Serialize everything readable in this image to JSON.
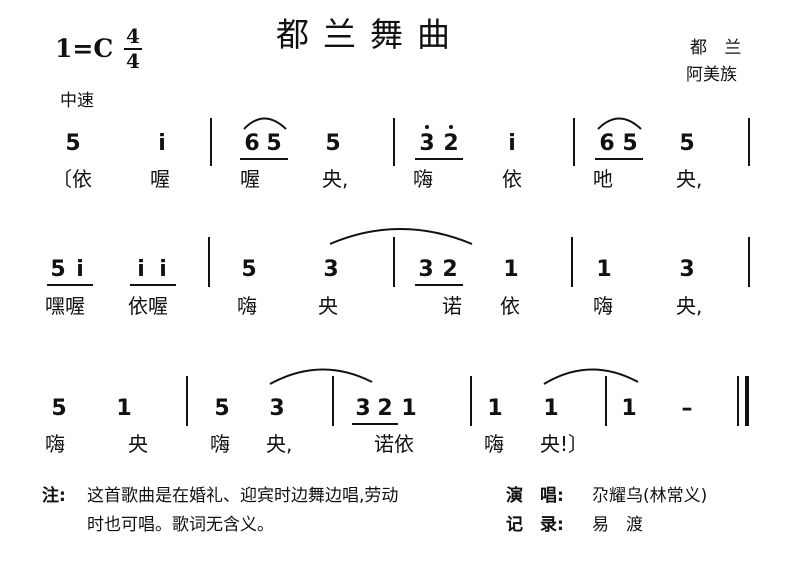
{
  "title": "都兰舞曲",
  "key": "1=C",
  "meter": {
    "top": "4",
    "bottom": "4"
  },
  "tempo": "中速",
  "credits": {
    "line1": "都 兰",
    "line2": "阿美族"
  },
  "rows": [
    {
      "notes": [
        "5",
        "i",
        "6",
        "5",
        "5",
        "3",
        "2",
        "i",
        "6",
        "5",
        "5"
      ],
      "lyrics": [
        "〔依",
        "喔",
        "喔",
        "央,",
        "嗨",
        "依",
        "吔",
        "央,"
      ]
    },
    {
      "notes": [
        "5",
        "i",
        "i",
        "i",
        "5",
        "3",
        "3",
        "2",
        "1",
        "1",
        "3"
      ],
      "lyrics": [
        "嘿喔",
        "依喔",
        "嗨",
        "央",
        "诺",
        "依",
        "嗨",
        "央,"
      ]
    },
    {
      "notes": [
        "5",
        "1",
        "5",
        "3",
        "3",
        "2",
        "1",
        "1",
        "1",
        "1",
        "–"
      ],
      "lyrics": [
        "嗨",
        "央",
        "嗨",
        "央,",
        "诺依",
        "嗨",
        "央!〕"
      ]
    }
  ],
  "footnote": {
    "label": "注:",
    "line1": "这首歌曲是在婚礼、迎宾时边舞边唱,劳动",
    "line2": "时也可唱。歌词无含义。"
  },
  "performer": {
    "label": "演　唱:",
    "value": "尕耀乌(林常义)"
  },
  "recorder": {
    "label": "记　录:",
    "value": "易　渡"
  }
}
